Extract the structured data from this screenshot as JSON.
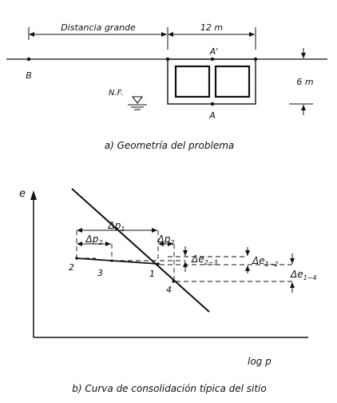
{
  "geometry": {
    "distance_label": "Distancia grande",
    "width_label": "12 m",
    "point_b": "B",
    "point_a_prime": "A'",
    "point_a": "A",
    "depth_label": "6 m",
    "water_table_label": "N.F.",
    "caption": "a) Geometría del problema"
  },
  "consolidation": {
    "y_axis_label": "e",
    "x_axis_label": "log p",
    "delta_p1": "Δp",
    "delta_p1_sub": "1",
    "delta_p2_left": "Δp",
    "delta_p2_left_sub": "2",
    "delta_p2_right": "Δp",
    "delta_p2_right_sub": "2",
    "delta_e_23": "Δe",
    "delta_e_23_sub": "2−3",
    "delta_e_12": "Δe",
    "delta_e_12_sub": "1−2",
    "delta_e_14": "Δe",
    "delta_e_14_sub": "1−4",
    "point_1": "1",
    "point_2": "2",
    "point_3": "3",
    "point_4": "4",
    "caption": "b) Curva de consolidación típica del sitio"
  }
}
